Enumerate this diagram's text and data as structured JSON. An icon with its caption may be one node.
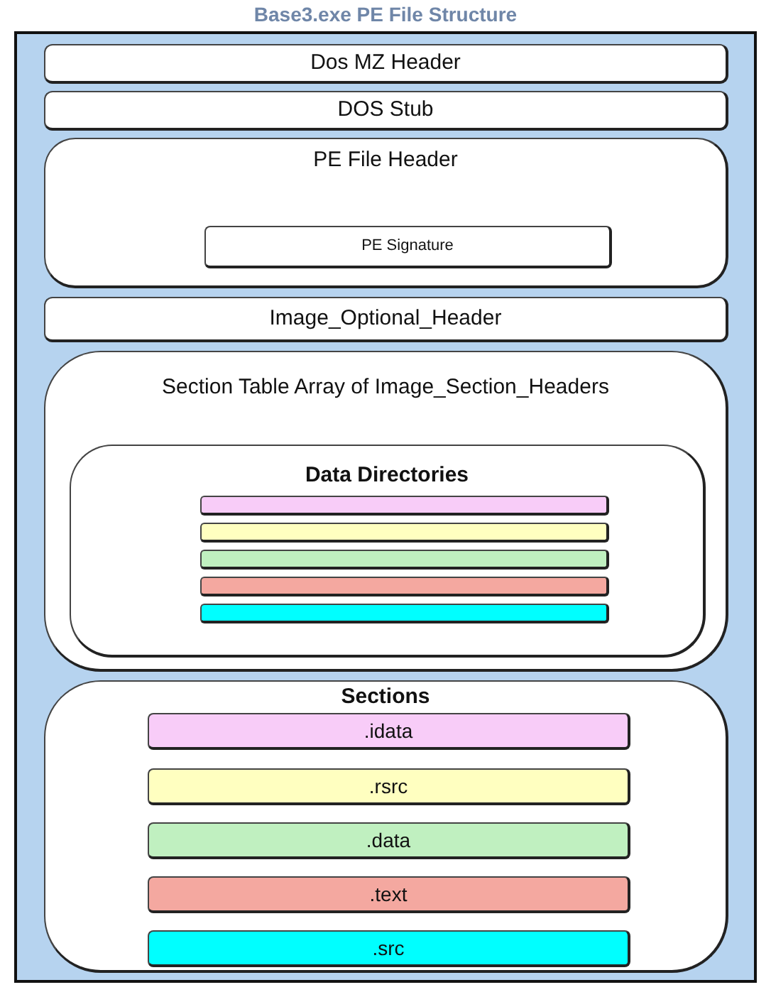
{
  "diagram": {
    "title": "Base3.exe PE File Structure",
    "nodes": [
      {
        "text": [],
        "shape": "box"
      },
      {
        "text": [
          "Dos MZ Header"
        ],
        "in": 0
      },
      {
        "text": [
          "DOS Stub"
        ],
        "in": 0
      },
      {
        "text": [
          "PE File Header"
        ],
        "in": 0
      },
      {
        "text": [
          "PE Signature"
        ],
        "in": 3
      },
      {
        "text": [
          "Image_Optional_Header"
        ],
        "in": 0
      },
      {
        "text": [
          "Section Table Array of Image_Section_Headers"
        ],
        "in": 0
      },
      {
        "text": [
          "Data Directories"
        ],
        "in": 6
      },
      {
        "text": [],
        "shape": "bar",
        "in": 7
      },
      {
        "text": [],
        "shape": "bar",
        "in": 7
      },
      {
        "text": [],
        "shape": "bar",
        "in": 7
      },
      {
        "text": [],
        "shape": "bar",
        "in": 7
      },
      {
        "text": [],
        "shape": "bar",
        "in": 7
      },
      {
        "text": [
          "Sections"
        ],
        "in": 0
      },
      {
        "text": [
          ".idata"
        ],
        "in": 13
      },
      {
        "text": [
          ".rsrc"
        ],
        "in": 13
      },
      {
        "text": [
          ".data"
        ],
        "in": 13
      },
      {
        "text": [
          ".text"
        ],
        "in": 13
      },
      {
        "text": [
          ".src"
        ],
        "in": 13
      }
    ]
  }
}
